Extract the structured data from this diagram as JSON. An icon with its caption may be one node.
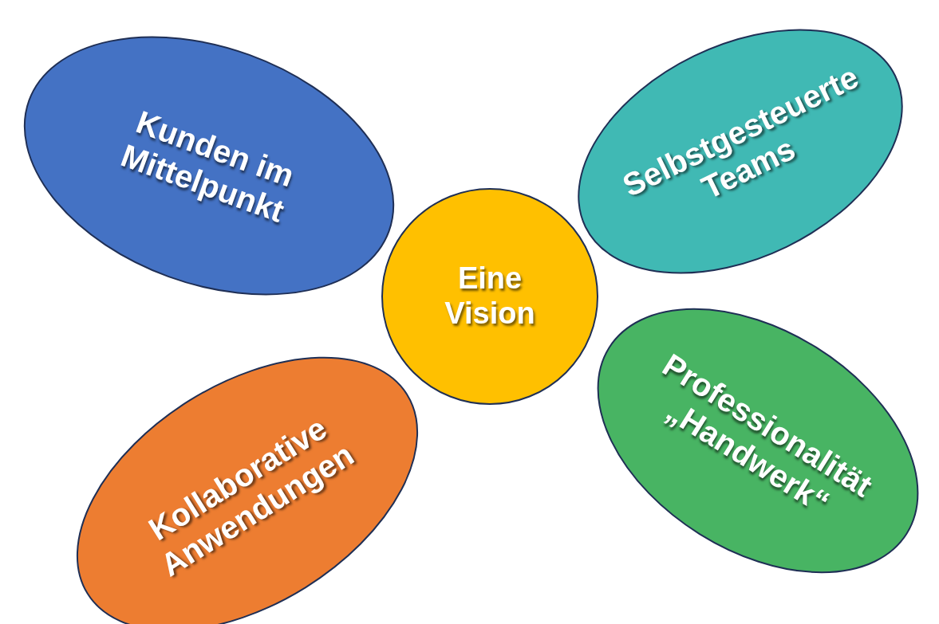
{
  "diagram": {
    "nodes": [
      {
        "text": [
          "Kunden im Mittelpunkt"
        ]
      },
      {
        "text": [
          "Selbstgesteuerte Teams"
        ]
      },
      {
        "text": [
          "Eine Vision"
        ]
      },
      {
        "text": [
          "Kollaborative Anwendungen"
        ]
      },
      {
        "text": [
          "Professionalität „Handwerk“"
        ]
      }
    ],
    "edges": []
  }
}
